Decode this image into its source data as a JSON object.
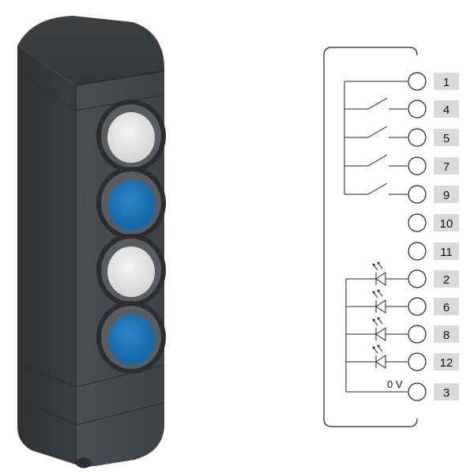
{
  "device": {
    "buttons": [
      {
        "id": "button-1",
        "color": "#e4e4e4"
      },
      {
        "id": "button-2",
        "color": "#1a73b8"
      },
      {
        "id": "button-3",
        "color": "#e4e4e4"
      },
      {
        "id": "button-4",
        "color": "#1a73b8"
      }
    ],
    "housing_color": "#45484b"
  },
  "wiring": {
    "terminals": [
      "1",
      "4",
      "5",
      "7",
      "9",
      "10",
      "11",
      "2",
      "6",
      "8",
      "12",
      "3"
    ],
    "ground_label": "0 V",
    "label_bg": "#d9d9d9"
  }
}
